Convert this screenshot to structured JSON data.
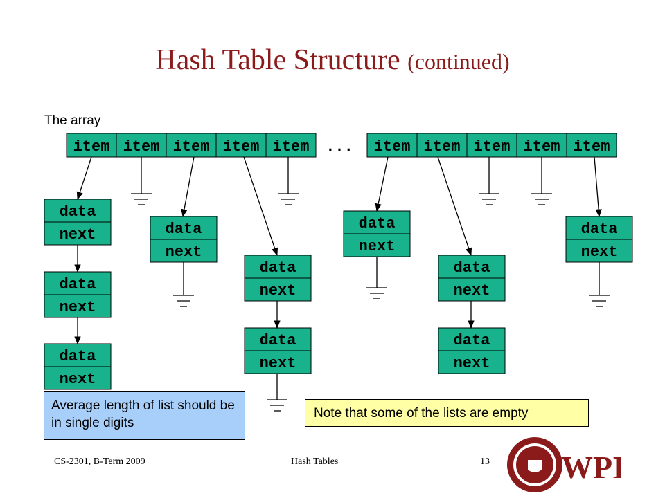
{
  "slide": {
    "title": "Hash Table Structure",
    "title_suffix": "(continued)",
    "array_label": "The array",
    "ellipsis": "...",
    "callout_blue": "Average length of list should be in single digits",
    "callout_yellow": "Note that some of the lists are empty",
    "footer_left": "CS-2301, B-Term 2009",
    "footer_center": "Hash Tables",
    "footer_right": "13"
  },
  "diagram": {
    "item_label": "item",
    "data_label": "data",
    "next_label": "next",
    "colors": {
      "fill": "#18b38c",
      "stroke": "#000000"
    }
  },
  "logo": {
    "text": "WPI"
  }
}
